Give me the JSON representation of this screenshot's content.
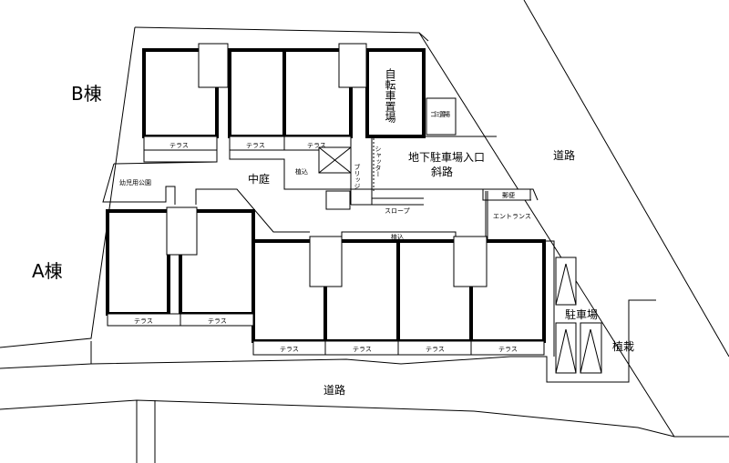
{
  "buildings": {
    "b": "B棟",
    "a": "A棟"
  },
  "labels": {
    "bicycle_parking": "自転車置場",
    "garbage": "ゴミ置場",
    "terrace": "テラス",
    "courtyard": "中庭",
    "planting_small": "植込",
    "bridge": "ブリッジ",
    "shutter": "シャッター",
    "underground_parking_entrance": "地下駐車場入口",
    "ramp_slope": "斜路",
    "slope": "スロープ",
    "entrance": "エントランス",
    "mail": "郵便",
    "toddler_park": "幼児用公園",
    "parking": "駐車場",
    "planting": "植栽",
    "road": "道路"
  }
}
